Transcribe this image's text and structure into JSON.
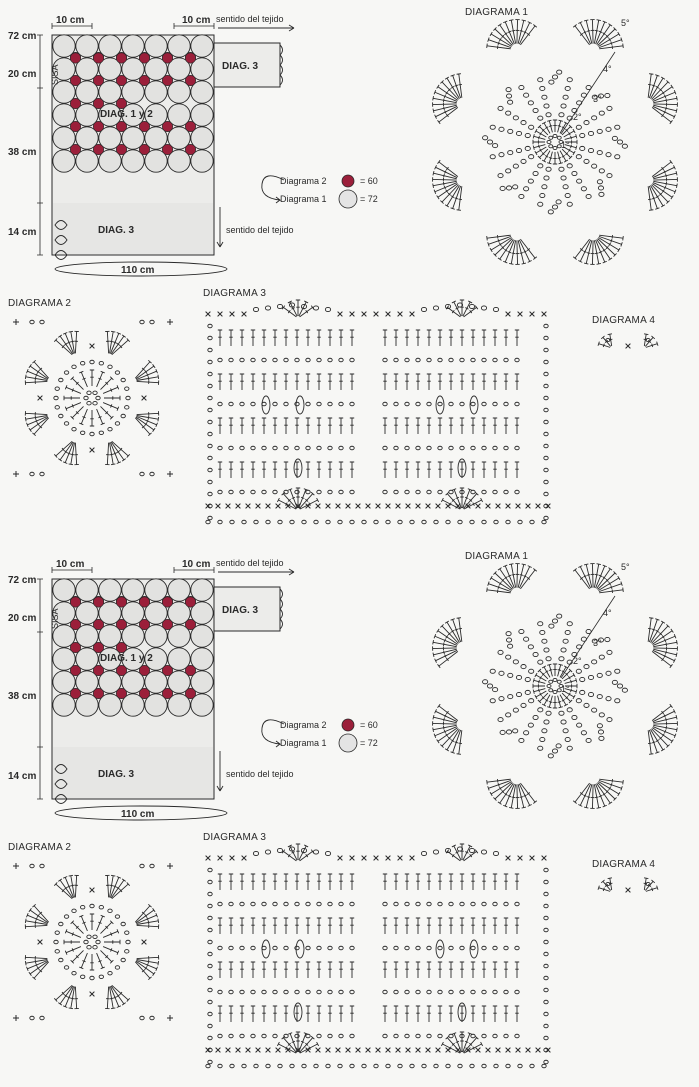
{
  "schematic": {
    "dims": {
      "top_total": "72 cm",
      "top_left": "10 cm",
      "top_right": "10 cm",
      "left_1": "20 cm",
      "left_2": "38 cm",
      "left_3": "14 cm",
      "bottom": "110 cm"
    },
    "sisa": "SISA",
    "diag3_top": "DIAG. 3",
    "diag12": "DIAG. 1 y 2",
    "diag3_bottom": "DIAG. 3",
    "sentido_top": "sentido del tejido",
    "sentido_right": "sentido del tejido",
    "legend": [
      {
        "label": "Diagrama 2",
        "value": "= 60",
        "color": "#9b1f3a"
      },
      {
        "label": "Diagrama 1",
        "value": "= 72",
        "color": "#e4e4e4"
      }
    ]
  },
  "diagrams": {
    "d1_title": "DIAGRAMA 1",
    "d1_rounds": [
      "1°",
      "2°",
      "3°",
      "4°",
      "5°"
    ],
    "d2_title": "DIAGRAMA 2",
    "d3_title": "DIAGRAMA 3",
    "d4_title": "DIAGRAMA 4"
  },
  "colors": {
    "motif_dark": "#9b1f3a",
    "motif_light": "#e4e4e4",
    "ink": "#2a2a2a"
  }
}
